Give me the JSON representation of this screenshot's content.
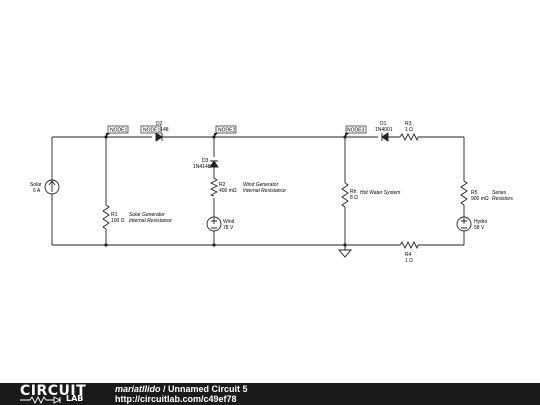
{
  "components": {
    "solar": {
      "name": "Solar",
      "value": "6 A"
    },
    "r1": {
      "name": "R1",
      "value": "100 Ω",
      "note1": "Solar Generator",
      "note2": "Internal Resistance"
    },
    "d2": {
      "name": "D2",
      "value": "1N4148"
    },
    "d3": {
      "name": "D3",
      "value": "1N4148"
    },
    "r2": {
      "name": "R2",
      "value": "400 mΩ",
      "note1": "Wind Generator",
      "note2": "Internal Resistance"
    },
    "wind": {
      "name": "Wind",
      "value": "78 V"
    },
    "rh": {
      "name": "Rh",
      "value": "8 Ω",
      "note": "Hot Water System"
    },
    "d1": {
      "name": "D1",
      "value": "1N4001"
    },
    "r3": {
      "name": "R3",
      "value": "1 Ω"
    },
    "r5": {
      "name": "R5",
      "value": "900 mΩ",
      "note1": "Series",
      "note2": "Resistors"
    },
    "hydro": {
      "name": "Hydro",
      "value": "58 V"
    },
    "r4": {
      "name": "R4",
      "value": "1 Ω"
    }
  },
  "nodes": {
    "node1a": "NODE1",
    "node1b": "NODE1",
    "node2": "NODE2",
    "node3": "NODE3"
  },
  "footer": {
    "logo_top": "CIRCUIT",
    "logo_bottom": "LAB",
    "author": "mariatllido",
    "separator": " / ",
    "title": "Unnamed Circuit 5",
    "url": "http://circuitlab.com/c49ef78"
  }
}
